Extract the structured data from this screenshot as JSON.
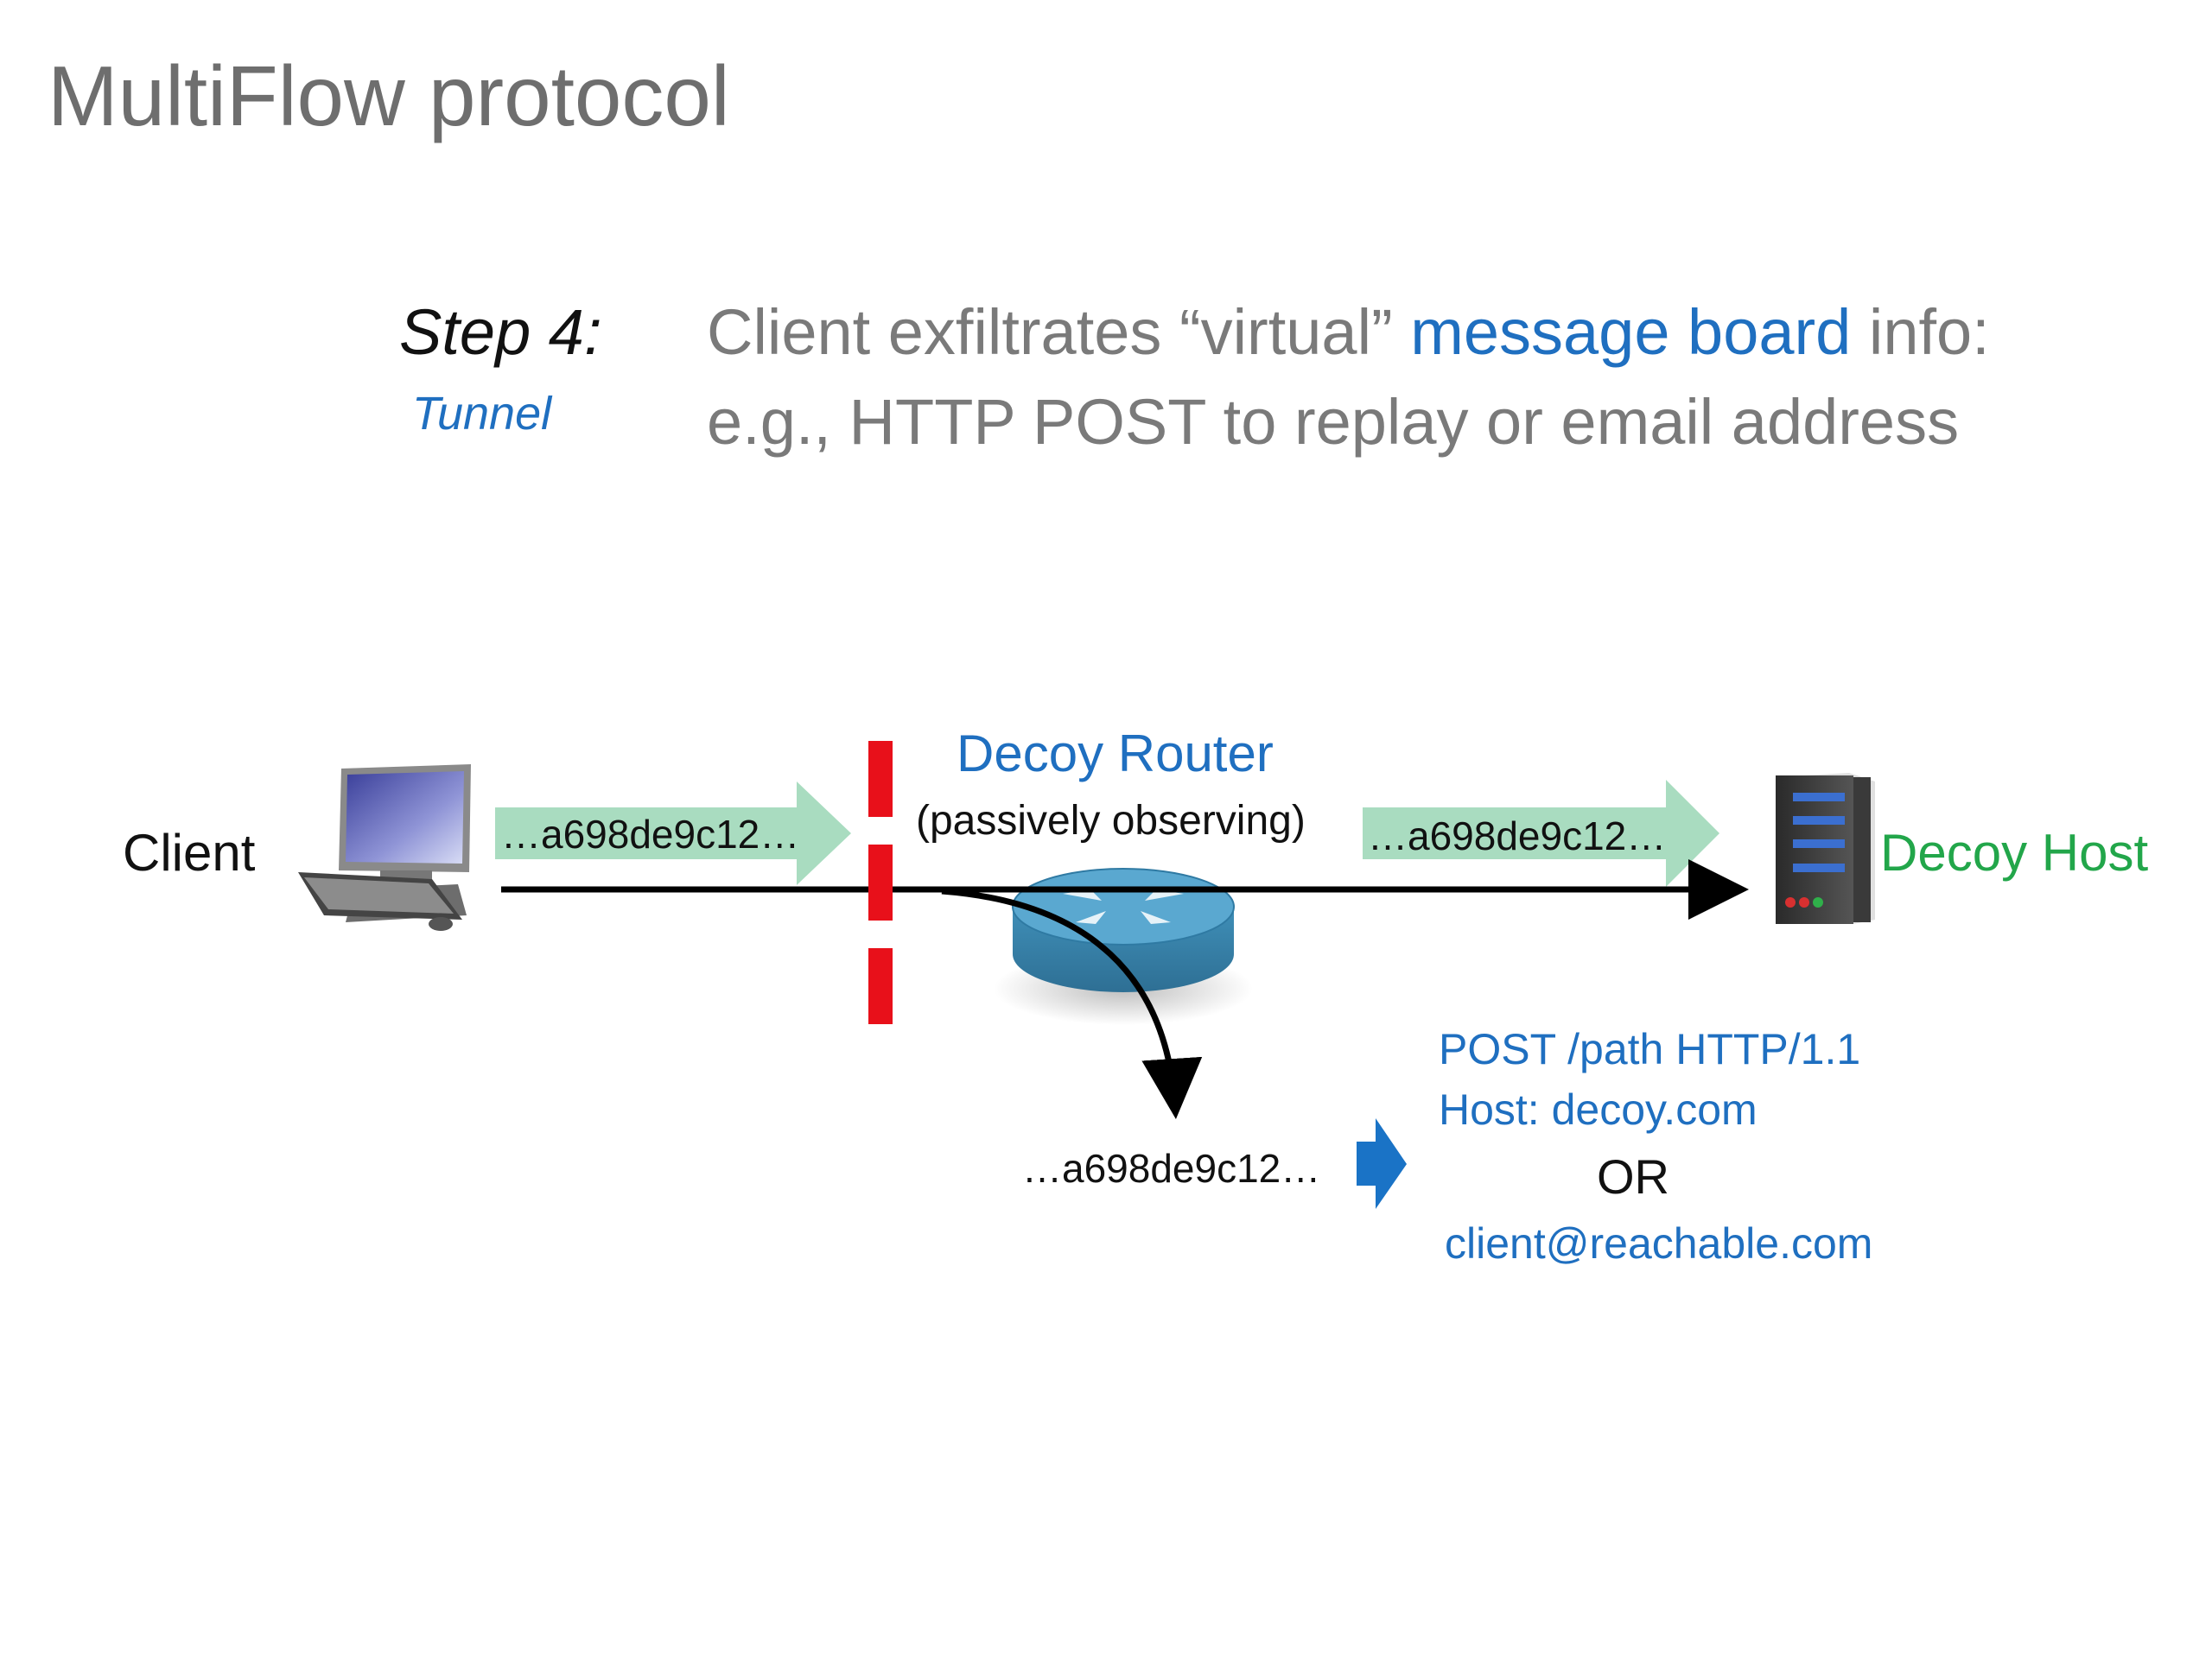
{
  "slide": {
    "title": "MultiFlow protocol",
    "step_label": "Step 4:",
    "step_sublabel": "Tunnel",
    "description_part1": "Client exfiltrates “virtual” ",
    "description_highlight": "message board",
    "description_part3": " info:",
    "description_line2": "e.g., HTTP POST to replay or email address"
  },
  "diagram": {
    "client_label": "Client",
    "router_title": "Decoy Router",
    "router_subtitle": "(passively observing)",
    "host_label": "Decoy Host",
    "flow_client_to_router": "…a698de9c12…",
    "flow_router_to_host": "…a698de9c12…",
    "flow_diverted": "…a698de9c12…",
    "post_line": "POST /path HTTP/1.1",
    "host_line": "Host: decoy.com",
    "or_label": "OR",
    "email_line": "client@reachable.com"
  },
  "colors": {
    "accent_blue": "#1f6fc0",
    "host_green": "#22a64a",
    "flow_arrow_green": "#a9dcc0",
    "barrier_red": "#e8101a",
    "router_blue": "#4a9cc2"
  },
  "icons": {
    "client": "computer-icon",
    "router": "router-icon",
    "host": "server-icon",
    "pointer": "blue-arrow-icon"
  }
}
